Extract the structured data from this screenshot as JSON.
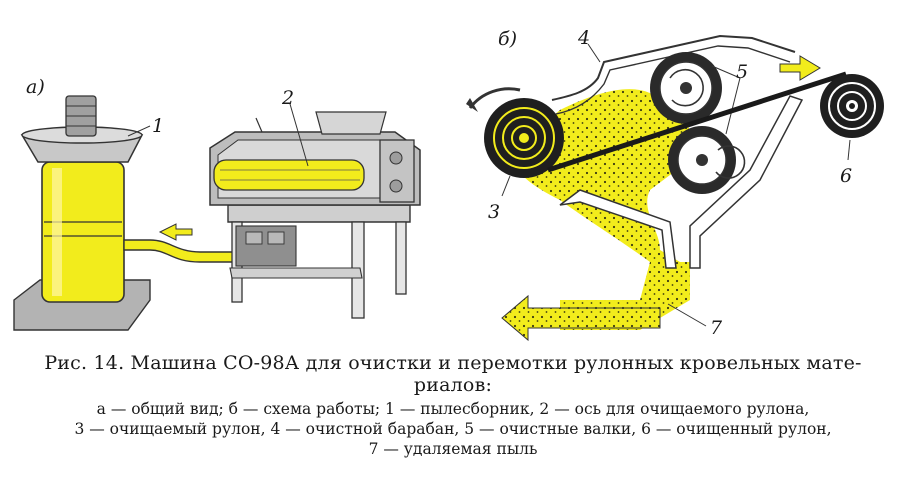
{
  "figure": {
    "panel_a_label": "а)",
    "panel_b_label": "б)",
    "callouts": [
      "1",
      "2",
      "3",
      "4",
      "5",
      "6",
      "7"
    ],
    "colors": {
      "highlight": "#f2ec1c",
      "machine_gray": "#a9a9a9",
      "ink": "#1a1a1a"
    }
  },
  "caption": {
    "title_line1": "Рис. 14. Машина СО-98А для очистки и перемотки рулонных кровельных мате-",
    "title_line2": "риалов:",
    "legend_line1": "а — общий вид; б — схема работы; 1 — пылесборник, 2 — ось для очищаемого рулона,",
    "legend_line2": "3 — очищаемый рулон, 4 — очистной барабан, 5 — очистные валки, 6 — очищенный рулон,",
    "legend_line3": "7 — удаляемая пыль"
  }
}
